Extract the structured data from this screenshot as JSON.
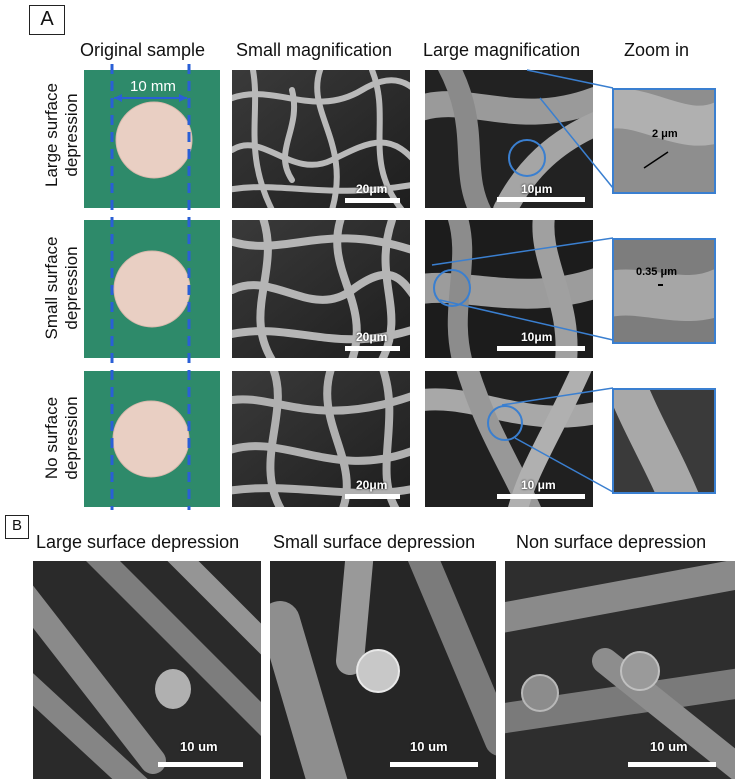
{
  "panel_a": {
    "label": "A",
    "columns": [
      "Original sample",
      "Small magnification",
      "Large magnification",
      "Zoom in"
    ],
    "rows": [
      {
        "line1": "Large surface",
        "line2": "depression",
        "small_scale": "20μm",
        "large_scale": "10μm",
        "zoom_label": "2 μm"
      },
      {
        "line1": "Small surface",
        "line2": "depression",
        "small_scale": "20μm",
        "large_scale": "10μm",
        "zoom_label": "0.35 μm"
      },
      {
        "line1": "No surface",
        "line2": "depression",
        "small_scale": "20μm",
        "large_scale": "10 μm",
        "zoom_label": ""
      }
    ],
    "sample_width_label": "10 mm"
  },
  "panel_b": {
    "label": "B",
    "titles": [
      "Large surface depression",
      "Small surface depression",
      "Non surface depression"
    ],
    "scales": [
      "10 um",
      "10 um",
      "10 um"
    ]
  },
  "colors": {
    "sample_green": "#2e8a6a",
    "guide_blue": "#2a5fd6",
    "zoom_blue": "#3a7fd0"
  }
}
